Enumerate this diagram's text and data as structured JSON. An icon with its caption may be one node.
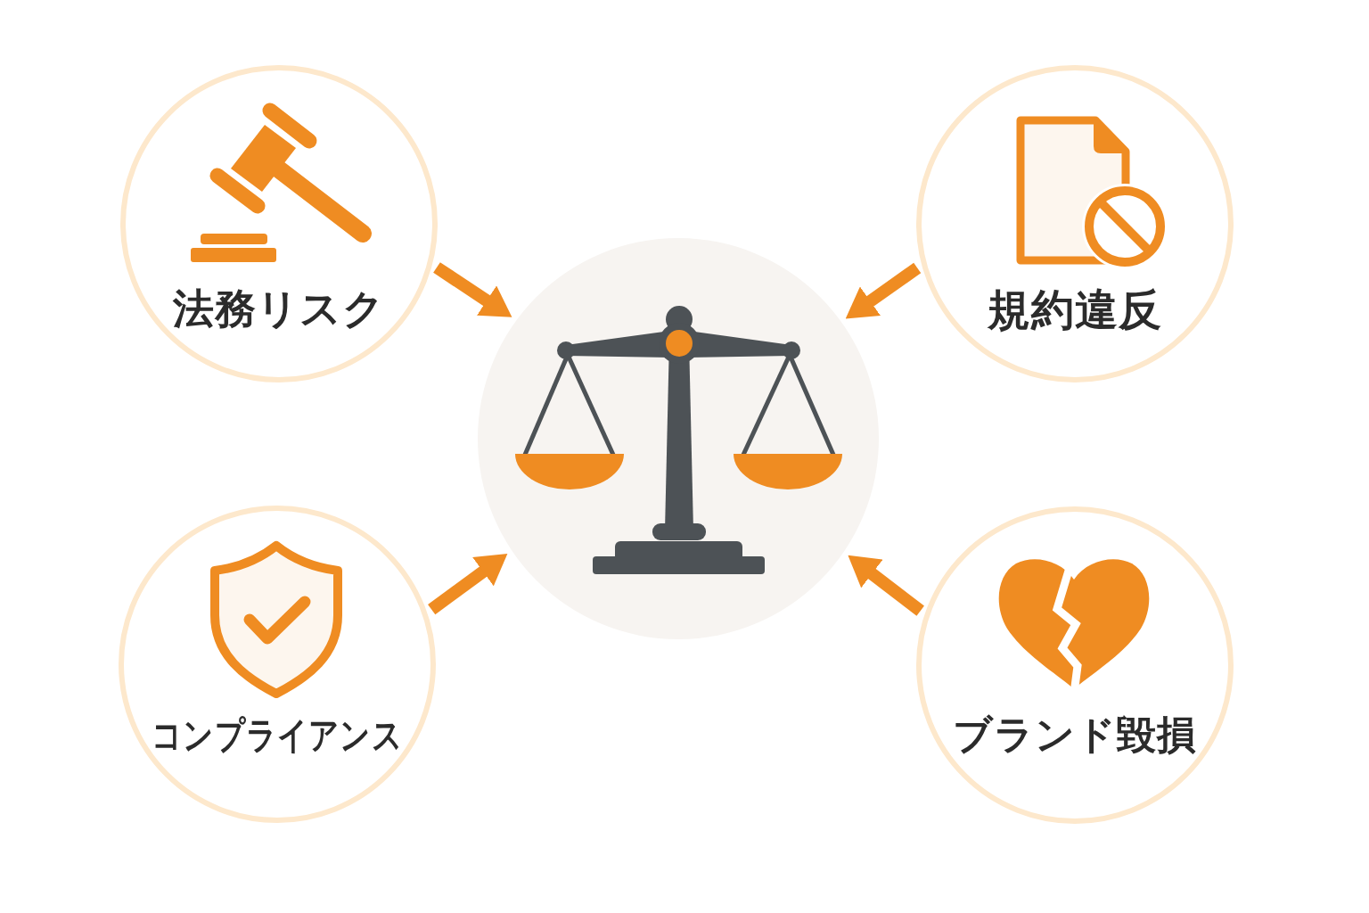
{
  "diagram": {
    "nodes": [
      {
        "text": [
          "法務リスク"
        ]
      },
      {
        "text": [
          "規約違反"
        ]
      },
      {
        "text": [],
        "shape": "circle"
      },
      {
        "text": [
          "コンプライアンス"
        ]
      },
      {
        "text": [
          "ブランド毀損"
        ]
      }
    ],
    "edges": [
      {
        "from": 0,
        "to": 2,
        "arrow": "to"
      },
      {
        "from": 1,
        "to": 2,
        "arrow": "to"
      },
      {
        "from": 3,
        "to": 2,
        "arrow": "to"
      },
      {
        "from": 4,
        "to": 2,
        "arrow": "to"
      }
    ]
  }
}
